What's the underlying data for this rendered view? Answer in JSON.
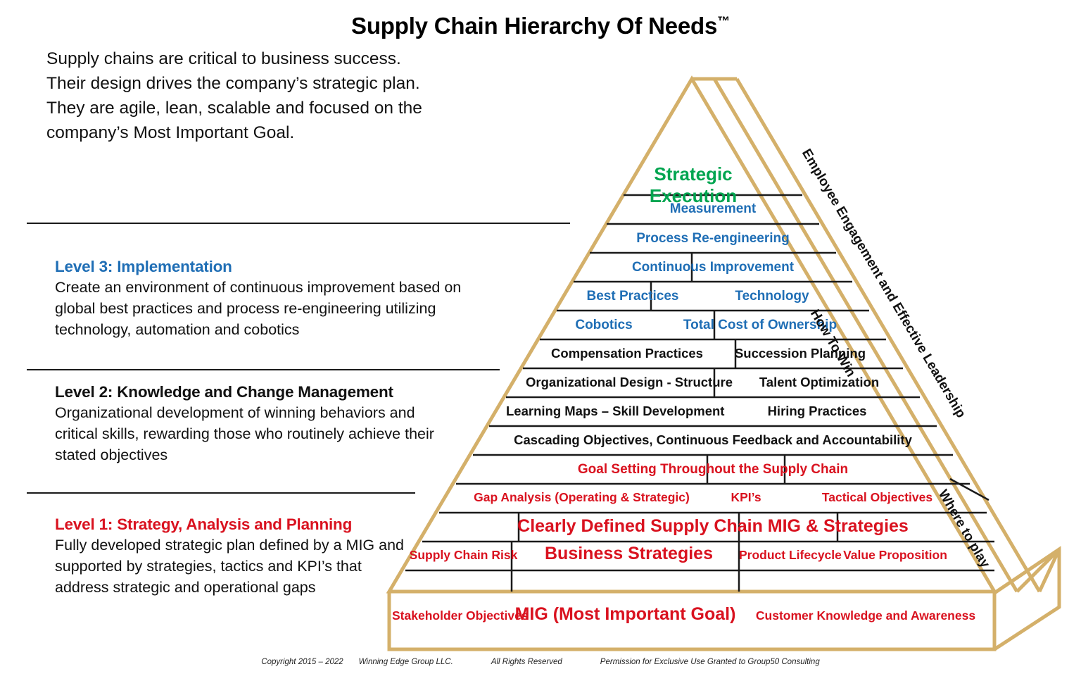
{
  "title": {
    "text": "Supply Chain Hierarchy Of Needs",
    "tm": "™"
  },
  "intro": {
    "text": "Supply chains are critical to business success. Their design drives the company’s strategic plan. They are agile, lean, scalable and focused on the company’s Most Important Goal."
  },
  "levels": [
    {
      "heading": "Level 3: Implementation",
      "body": "Create an environment of continuous improvement based on global best practices and process re-engineering utilizing technology, automation and cobotics",
      "color": "#1f6eb5"
    },
    {
      "heading": "Level 2: Knowledge and Change Management",
      "body": "Organizational development of winning behaviors and critical skills, rewarding those who routinely achieve their stated objectives",
      "color": "#111111"
    },
    {
      "heading": "Level 1: Strategy, Analysis and Planning",
      "body": "Fully developed strategic plan defined by a MIG and supported by strategies, tactics and KPI’s that address  strategic and operational gaps",
      "color": "#d9121f"
    }
  ],
  "pyramid": {
    "apex_label": "Strategic Execution",
    "apex_line1": "Strategic",
    "apex_line2": "Execution",
    "rows": [
      {
        "cells": [
          "Measurement"
        ],
        "color": "#1f6eb5"
      },
      {
        "cells": [
          "Process Re-engineering"
        ],
        "color": "#1f6eb5"
      },
      {
        "cells": [
          "Continuous Improvement"
        ],
        "color": "#1f6eb5"
      },
      {
        "cells": [
          "Best Practices",
          "Technology"
        ],
        "color": "#1f6eb5"
      },
      {
        "cells": [
          "Cobotics",
          "Total Cost of Ownership"
        ],
        "color": "#1f6eb5"
      },
      {
        "cells": [
          "Compensation Practices",
          "Succession Planning"
        ],
        "color": "#111111"
      },
      {
        "cells": [
          "Organizational Design - Structure",
          "Talent Optimization"
        ],
        "color": "#111111"
      },
      {
        "cells": [
          "Learning Maps – Skill Development",
          "Hiring Practices"
        ],
        "color": "#111111"
      },
      {
        "cells": [
          "Cascading Objectives, Continuous Feedback and Accountability"
        ],
        "color": "#111111"
      },
      {
        "cells": [
          "Goal Setting Throughout the Supply Chain"
        ],
        "color": "#d9121f"
      },
      {
        "cells": [
          "Gap Analysis (Operating & Strategic)",
          "KPI’s",
          "Tactical Objectives"
        ],
        "color": "#d9121f"
      },
      {
        "cells": [
          "Clearly Defined Supply Chain MIG & Strategies"
        ],
        "color": "#d9121f"
      },
      {
        "cells": [
          "Supply Chain Risk",
          "Business Strategies",
          "Product Lifecycle",
          "Value Proposition"
        ],
        "color": "#d9121f"
      },
      {
        "cells": [
          "Stakeholder Objectives",
          "MIG (Most Important Goal)",
          "Customer Knowledge and Awareness"
        ],
        "color": "#d9121f"
      }
    ],
    "side_labels": [
      "Employee Engagement and Effective Leadership",
      "How To Win",
      "Where to play"
    ],
    "border_color": "#d4b06a"
  },
  "footer": {
    "copyright": "Copyright 2015 – 2022",
    "company": "Winning Edge Group LLC.",
    "rights": "All Rights Reserved",
    "permission": "Permission for Exclusive Use Granted to Group50 Consulting"
  }
}
